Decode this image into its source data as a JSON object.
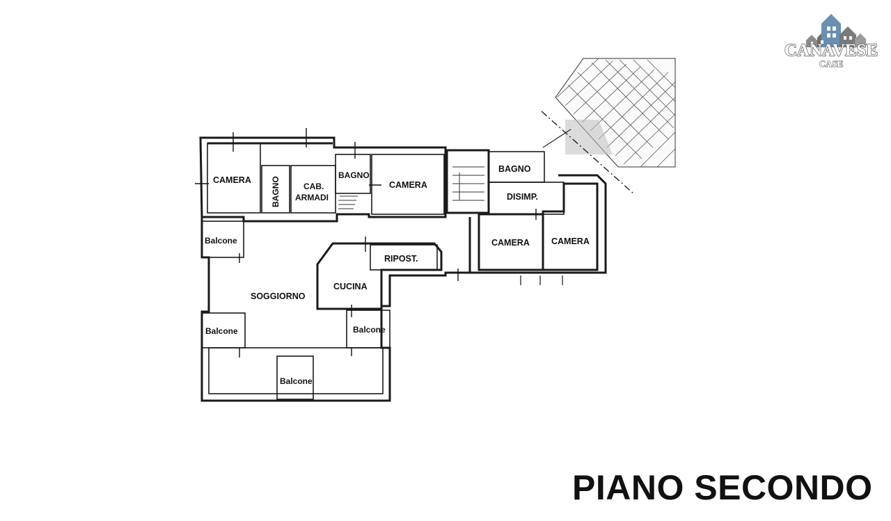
{
  "title": "PIANO SECONDO",
  "logo": {
    "name": "CANAVESE",
    "sub": "CASE"
  },
  "rooms": {
    "camera_1": "CAMERA",
    "bagno_1": "BAGNO",
    "cab_armadi_1": "CAB.",
    "cab_armadi_2": "ARMADI",
    "bagno_2": "BAGNO",
    "camera_2": "CAMERA",
    "bagno_3": "BAGNO",
    "disimp": "DISIMP.",
    "camera_3": "CAMERA",
    "camera_4": "CAMERA",
    "ripost": "RIPOST.",
    "cucina": "CUCINA",
    "soggiorno": "SOGGIORNO",
    "balcone_1": "Balcone",
    "balcone_2": "Balcone",
    "balcone_3": "Balcone",
    "balcone_4": "Balcone"
  },
  "colors": {
    "ink": "#111111",
    "logo_blue": "#6a8fb3",
    "logo_grey": "#8a8a8a"
  }
}
